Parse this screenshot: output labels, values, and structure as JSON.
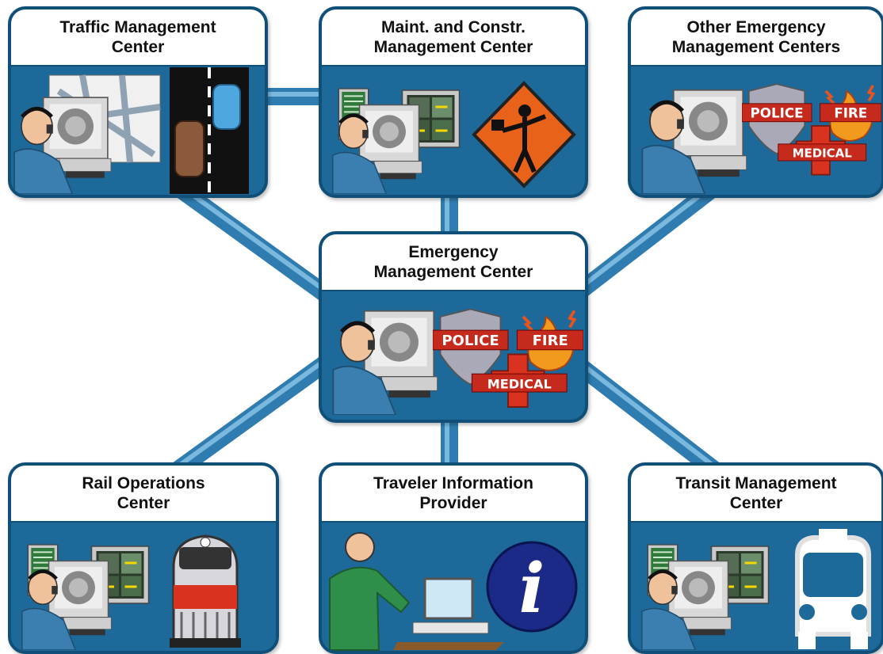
{
  "nodes": {
    "traffic": {
      "line1": "Traffic Management",
      "line2": "Center"
    },
    "maint": {
      "line1": "Maint. and Constr.",
      "line2": "Management Center"
    },
    "other_emergency": {
      "line1": "Other Emergency",
      "line2": "Management Centers"
    },
    "emergency": {
      "line1": "Emergency",
      "line2": "Management Center"
    },
    "rail": {
      "line1": "Rail Operations",
      "line2": "Center"
    },
    "traveler": {
      "line1": "Traveler Information",
      "line2": "Provider"
    },
    "transit": {
      "line1": "Transit Management",
      "line2": "Center"
    }
  },
  "badges": {
    "police": "POLICE",
    "fire": "FIRE",
    "medical": "MEDICAL",
    "info": "i"
  },
  "colors": {
    "panel": "#1d6a9a",
    "panel_border": "#0f4f78",
    "connector": "#3f8fc0",
    "sign": "#e8621a",
    "cross": "#d9331f"
  }
}
